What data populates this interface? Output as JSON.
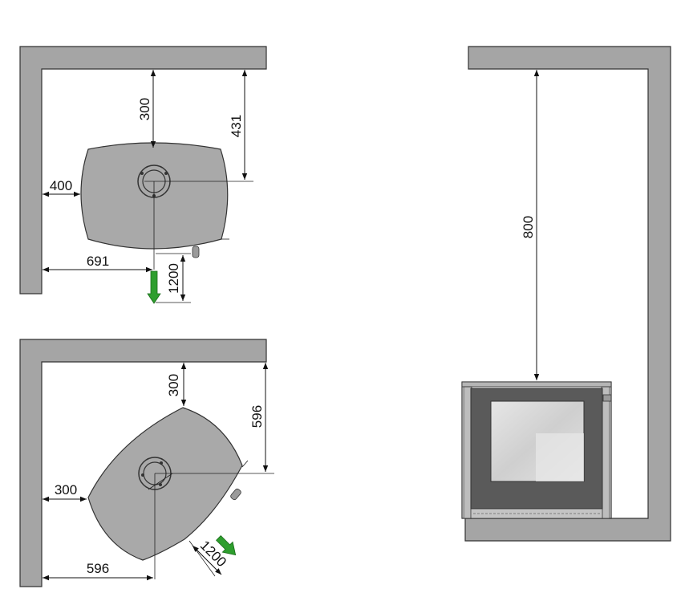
{
  "diagram": {
    "colors": {
      "wall": "#a5a5a5",
      "stove_body": "#a9a9a9",
      "outline": "#333333",
      "dimension_line": "#111111",
      "arrow_green": "#2e9e2e",
      "glass": "#d8d8d8",
      "frame_dark": "#555555"
    },
    "top_view": {
      "dim_rear": "300",
      "dim_flue_rear": "431",
      "dim_side": "400",
      "dim_flue_side": "691",
      "dim_front": "1200"
    },
    "corner_view": {
      "dim_rear": "300",
      "dim_flue_rear": "596",
      "dim_side": "300",
      "dim_flue_side": "596",
      "dim_front": "1200"
    },
    "front_view": {
      "dim_ceiling": "800"
    }
  }
}
